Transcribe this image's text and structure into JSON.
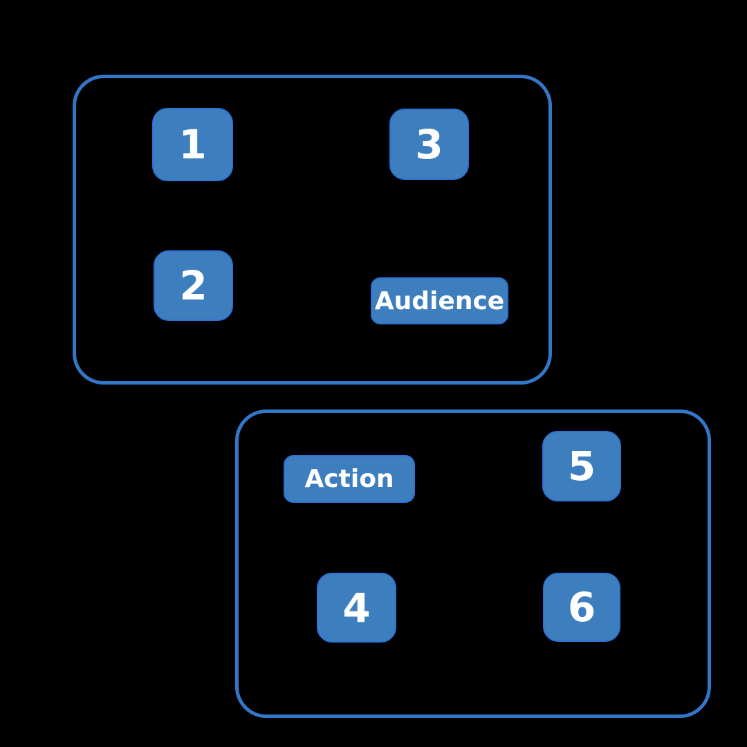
{
  "diagram": {
    "background_color": "#000000",
    "shape_fill_color": "#3d7ebf",
    "shape_stroke_color": "#2e72d4",
    "frame_stroke_color": "#3377c8",
    "text_color": "#ffffff",
    "frames": [
      {
        "id": "audience-frame",
        "contains": [
          "1",
          "3",
          "2",
          "Audience"
        ]
      },
      {
        "id": "action-frame",
        "contains": [
          "Action",
          "5",
          "4",
          "6"
        ]
      }
    ]
  },
  "nodes": [
    {
      "label": "1"
    },
    {
      "label": "3"
    },
    {
      "label": "2"
    },
    {
      "label": "Audience"
    },
    {
      "label": "Action"
    },
    {
      "label": "5"
    },
    {
      "label": "4"
    },
    {
      "label": "6"
    }
  ]
}
